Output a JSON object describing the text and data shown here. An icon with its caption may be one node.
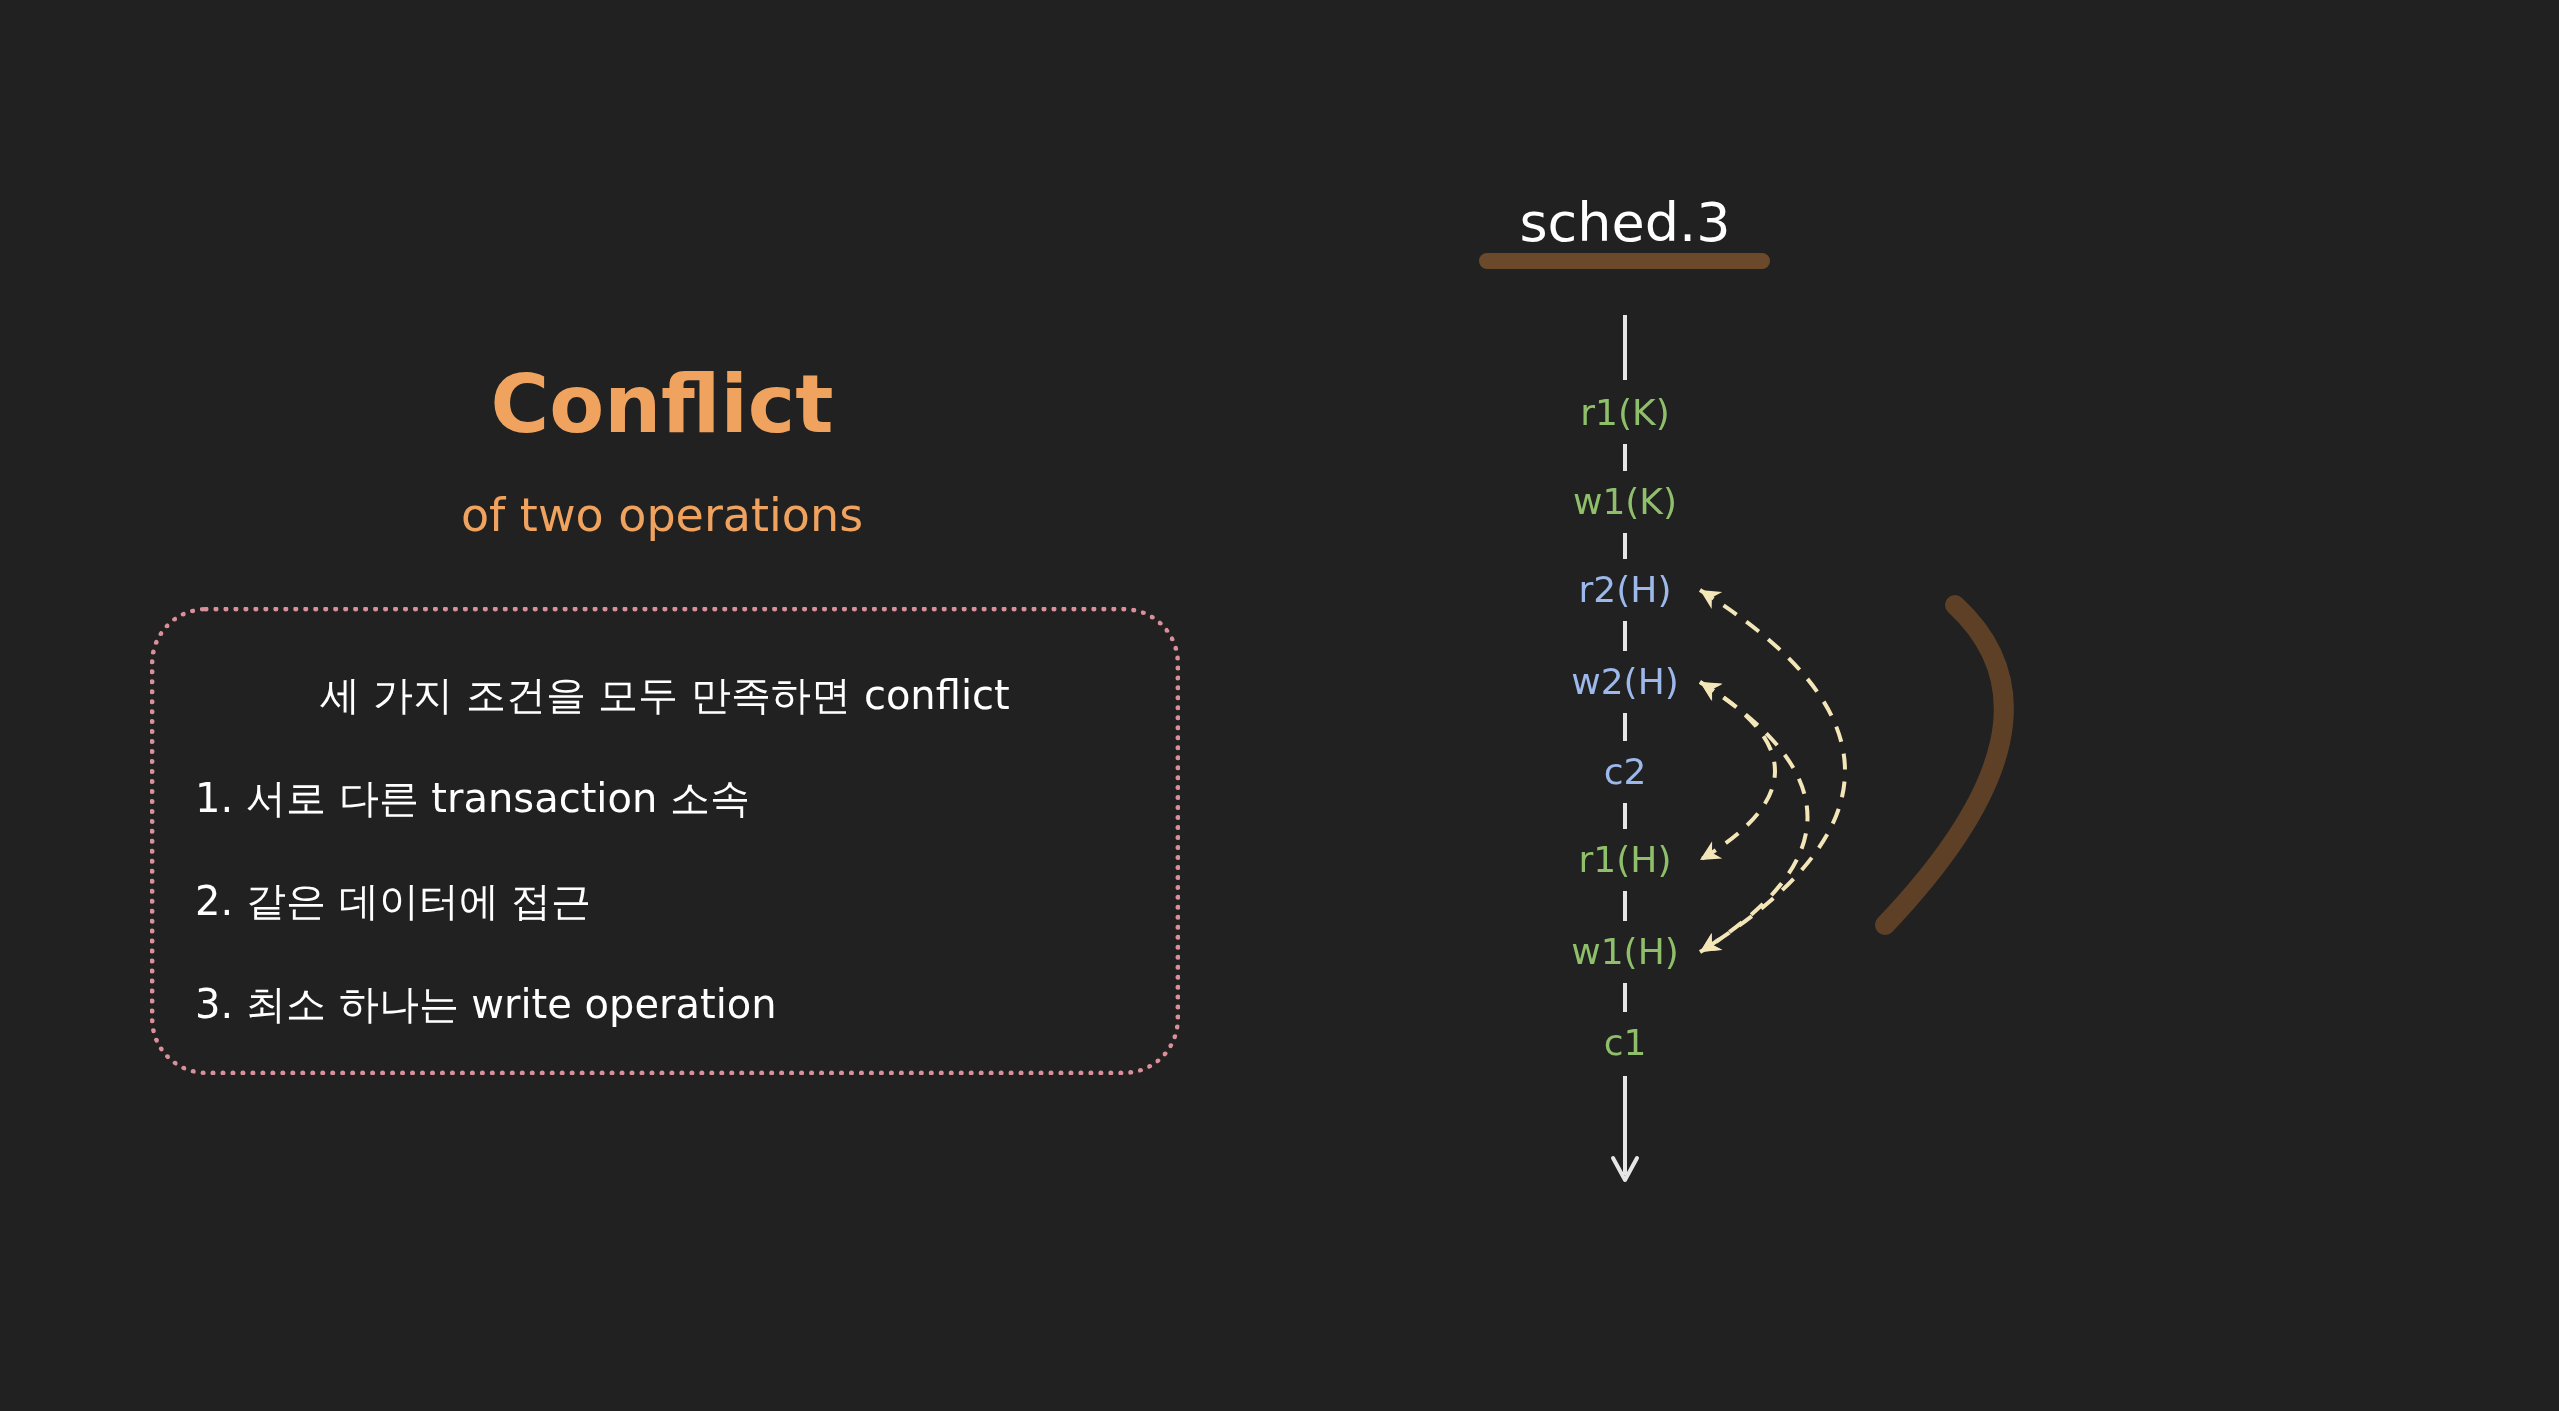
{
  "diagram": {
    "title": "Conflict",
    "nodes": [
      {
        "text": [
          "세 가지 조건을 모두 만족하면 conflict",
          "1. 서로 다른 transaction 소속",
          "2. 같은 데이터에 접근",
          "3. 최소 하나는 write operation"
        ]
      },
      {
        "text": [
          "r1(K)"
        ]
      },
      {
        "text": [
          "w1(K)"
        ]
      },
      {
        "text": [
          "r2(H)"
        ]
      },
      {
        "text": [
          "w2(H)"
        ]
      },
      {
        "text": [
          "c2"
        ]
      },
      {
        "text": [
          "r1(H)"
        ]
      },
      {
        "text": [
          "w1(H)"
        ]
      },
      {
        "text": [
          "c1"
        ]
      }
    ],
    "edges": [
      {
        "from": 3,
        "to": 7,
        "arrow": "both",
        "style": "dashed"
      },
      {
        "from": 4,
        "to": 7,
        "arrow": "both",
        "style": "dashed"
      },
      {
        "from": 4,
        "to": 6,
        "arrow": "both",
        "style": "dashed"
      }
    ],
    "labels": [
      "of two operations",
      "sched.3"
    ]
  }
}
